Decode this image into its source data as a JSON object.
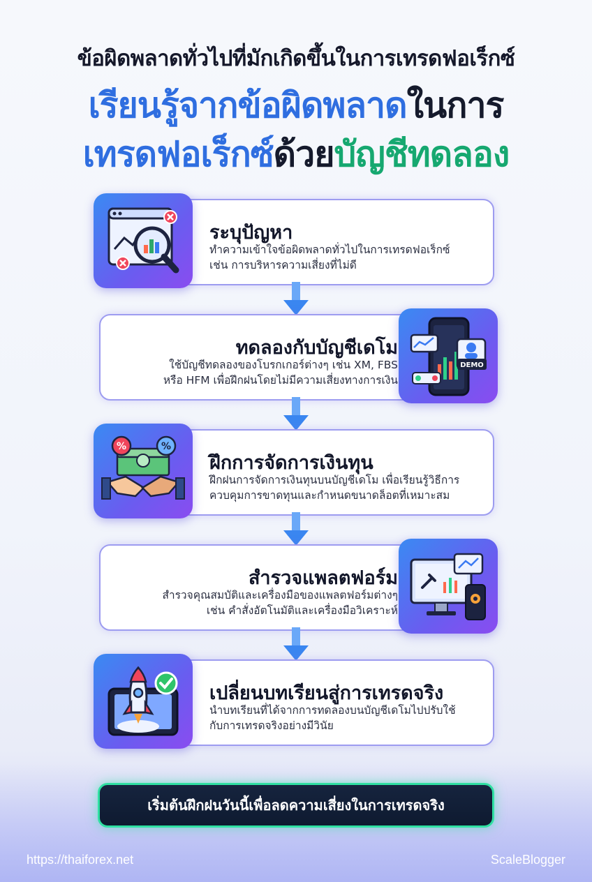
{
  "header": {
    "subtitle": "ข้อผิดพลาดทั่วไปที่มักเกิดขึ้นในการเทรดฟอเร็กซ์",
    "title_line1_a": "เรียนรู้จากข้อผิดพลาด",
    "title_line1_b": "ในการ",
    "title_line2_a": "เทรดฟอเร็กซ์",
    "title_line2_b": "ด้วย",
    "title_line2_c": "บัญชีทดลอง"
  },
  "steps": [
    {
      "heading": "ระบุปัญหา",
      "desc1": "ทำความเข้าใจข้อผิดพลาดทั่วไปในการเทรดฟอเร็กซ์",
      "desc2": "เช่น การบริหารความเสี่ยงที่ไม่ดี",
      "icon": "magnifier-chart-icon"
    },
    {
      "heading": "ทดลองกับบัญชีเดโม",
      "desc1": "ใช้บัญชีทดลองของโบรกเกอร์ต่างๆ เช่น XM, FBS",
      "desc2": "หรือ HFM เพื่อฝึกฝนโดยไม่มีความเสี่ยงทางการเงิน",
      "icon": "demo-phone-icon",
      "icon_badge": "DEMO"
    },
    {
      "heading": "ฝึกการจัดการเงินทุน",
      "desc1": "ฝึกฝนการจัดการเงินทุนบนบัญชีเดโม เพื่อเรียนรู้วิธีการ",
      "desc2": "ควบคุมการขาดทุนและกำหนดขนาดล็อตที่เหมาะสม",
      "icon": "money-handshake-icon"
    },
    {
      "heading": "สำรวจแพลตฟอร์ม",
      "desc1": "สำรวจคุณสมบัติและเครื่องมือของแพลตฟอร์มต่างๆ",
      "desc2": "เช่น คำสั่งอัตโนมัติและเครื่องมือวิเคราะห์",
      "icon": "platform-monitor-icon"
    },
    {
      "heading": "เปลี่ยนบทเรียนสู่การเทรดจริง",
      "desc1": "นำบทเรียนที่ได้จากการทดลองบนบัญชีเดโมไปปรับใช้",
      "desc2": "กับการเทรดจริงอย่างมีวินัย",
      "icon": "rocket-launch-icon"
    }
  ],
  "cta": "เริ่มต้นฝึกฝนวันนี้เพื่อลดความเสี่ยงในการเทรดจริง",
  "footer": {
    "url": "https://thaiforex.net",
    "brand": "ScaleBlogger"
  },
  "colors": {
    "title_blue": "#2f6ee0",
    "title_green": "#16a870",
    "card_border": "#9d9cf0",
    "cta_border": "#2fe0a2"
  }
}
